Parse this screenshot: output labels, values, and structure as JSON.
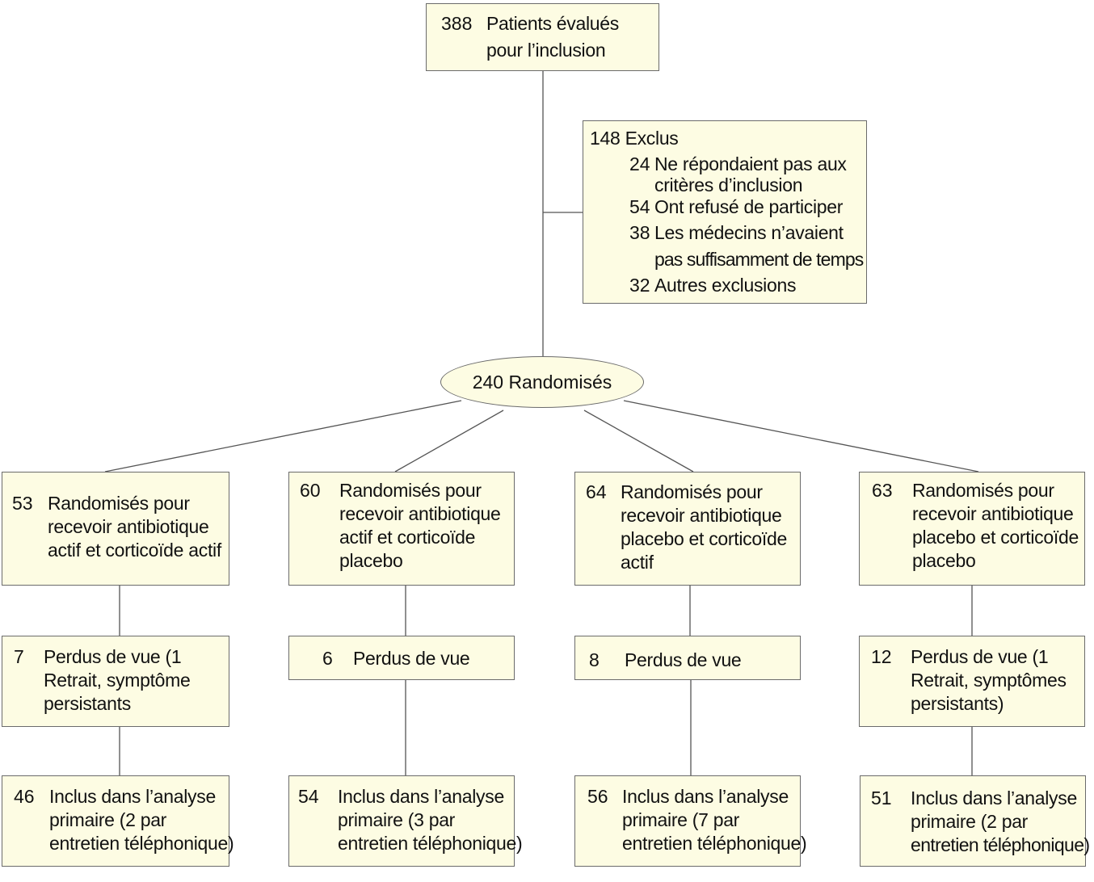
{
  "screened": {
    "count": "388",
    "label_1": "Patients évalués",
    "label_2": "pour l’inclusion"
  },
  "excluded": {
    "title": "148 Exclus",
    "items": [
      {
        "count": "24",
        "line1": "Ne répondaient pas aux",
        "line2": "critères d’inclusion"
      },
      {
        "count": "54",
        "line1": "Ont refusé de participer"
      },
      {
        "count": "38",
        "line1": "Les médecins n’avaient",
        "line2": "pas suffisamment de temps"
      },
      {
        "count": "32",
        "line1": "Autres exclusions"
      }
    ]
  },
  "randomized": {
    "label": "240 Randomisés"
  },
  "arms": [
    {
      "alloc_count": "53",
      "alloc_lines": [
        "Randomisés pour",
        "recevoir antibiotique",
        "actif et corticoïde actif"
      ],
      "lost_count": "7",
      "lost_lines": [
        "Perdus de vue (1",
        "Retrait, symptôme",
        "persistants"
      ],
      "analysed_count": "46",
      "analysed_lines": [
        "Inclus dans l’analyse",
        "primaire (2 par",
        "entretien téléphonique)"
      ]
    },
    {
      "alloc_count": "60",
      "alloc_lines": [
        "Randomisés pour",
        "recevoir antibiotique",
        "actif et corticoïde",
        "placebo"
      ],
      "lost_count": "6",
      "lost_lines": [
        "Perdus de vue"
      ],
      "analysed_count": "54",
      "analysed_lines": [
        "Inclus dans l’analyse",
        "primaire (3 par",
        "entretien téléphonique)"
      ]
    },
    {
      "alloc_count": "64",
      "alloc_lines": [
        "Randomisés pour",
        "recevoir antibiotique",
        "placebo et corticoïde",
        "actif"
      ],
      "lost_count": "8",
      "lost_lines": [
        "Perdus de vue"
      ],
      "analysed_count": "56",
      "analysed_lines": [
        "Inclus dans l’analyse",
        "primaire (7 par",
        "entretien téléphonique)"
      ]
    },
    {
      "alloc_count": "63",
      "alloc_lines": [
        "Randomisés pour",
        "recevoir antibiotique",
        "placebo et corticoïde",
        "placebo"
      ],
      "lost_count": "12",
      "lost_lines": [
        "Perdus de vue (1",
        "Retrait, symptômes",
        "persistants)"
      ],
      "analysed_count": "51",
      "analysed_lines": [
        "Inclus dans l’analyse",
        "primaire (2 par",
        "entretien téléphonique)"
      ]
    }
  ]
}
